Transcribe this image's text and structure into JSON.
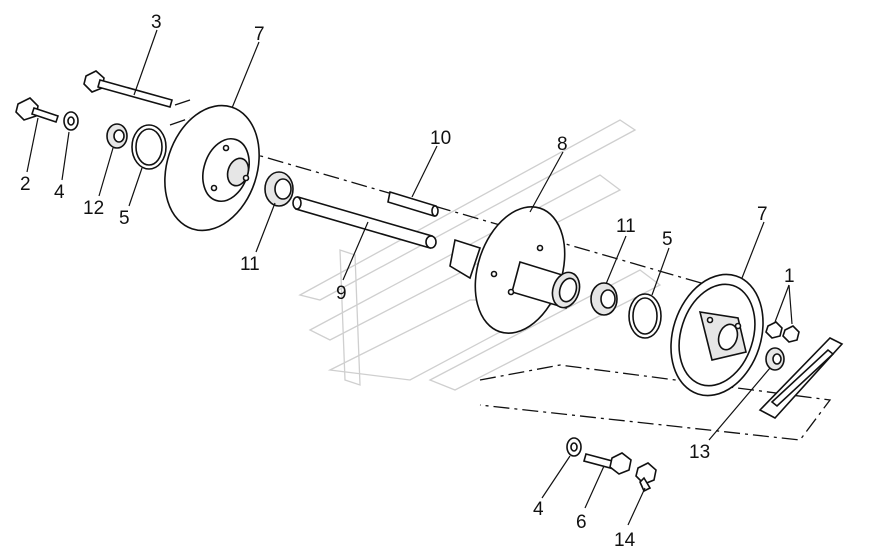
{
  "diagram": {
    "type": "exploded-parts-view",
    "callouts": [
      {
        "id": "c3",
        "text": "3"
      },
      {
        "id": "c7a",
        "text": "7"
      },
      {
        "id": "c2",
        "text": "2"
      },
      {
        "id": "c4a",
        "text": "4"
      },
      {
        "id": "c12",
        "text": "12"
      },
      {
        "id": "c5a",
        "text": "5"
      },
      {
        "id": "c10",
        "text": "10"
      },
      {
        "id": "c8",
        "text": "8"
      },
      {
        "id": "c11a",
        "text": "11"
      },
      {
        "id": "c9",
        "text": "9"
      },
      {
        "id": "c11b",
        "text": "11"
      },
      {
        "id": "c5b",
        "text": "5"
      },
      {
        "id": "c7b",
        "text": "7"
      },
      {
        "id": "c1",
        "text": "1"
      },
      {
        "id": "c13",
        "text": "13"
      },
      {
        "id": "c4b",
        "text": "4"
      },
      {
        "id": "c6",
        "text": "6"
      },
      {
        "id": "c14",
        "text": "14"
      }
    ]
  }
}
